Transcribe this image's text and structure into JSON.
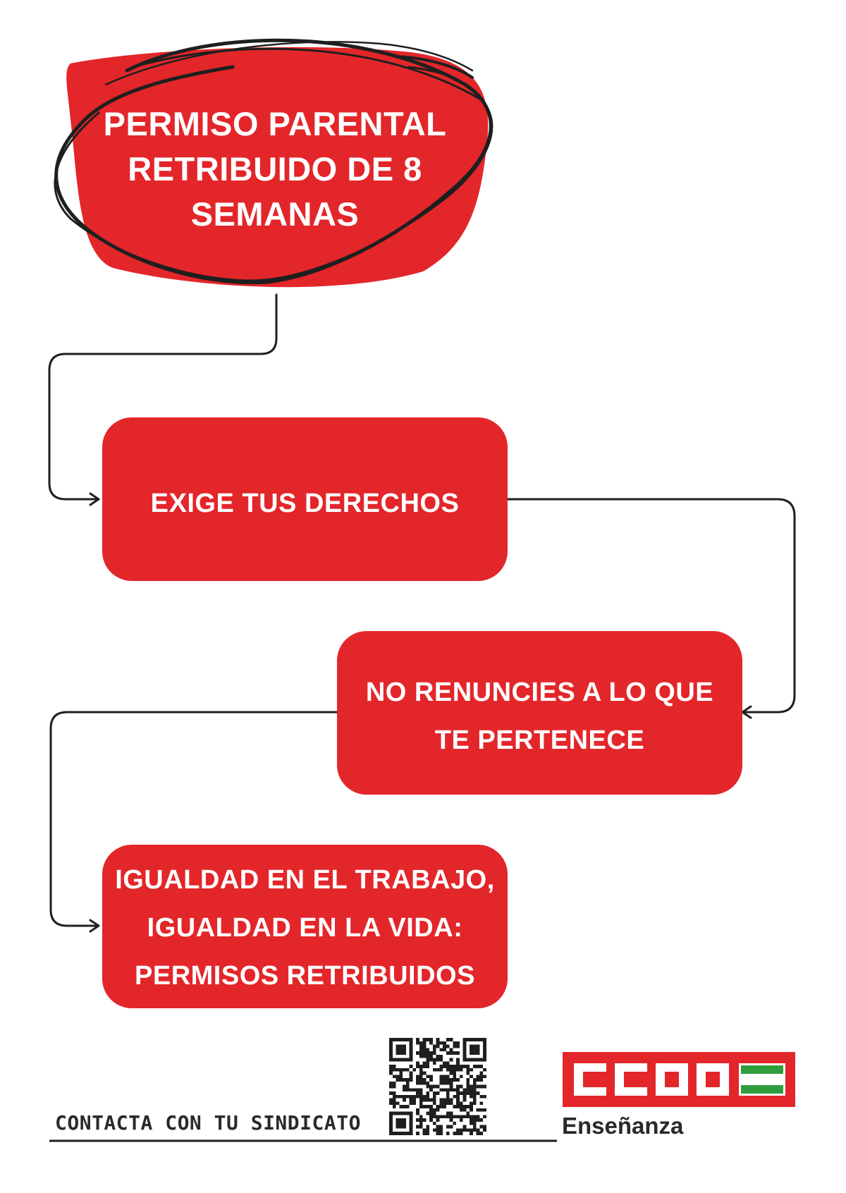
{
  "title": {
    "lines": [
      "PERMISO PARENTAL",
      "RETRIBUIDO DE 8",
      "SEMANAS"
    ]
  },
  "steps": [
    {
      "lines": [
        "EXIGE TUS DERECHOS"
      ]
    },
    {
      "lines": [
        "NO RENUNCIES A LO QUE",
        "TE PERTENECE"
      ]
    },
    {
      "lines": [
        "IGUALDAD EN EL TRABAJO,",
        "IGUALDAD EN LA VIDA:",
        "PERMISOS RETRIBUIDOS"
      ]
    }
  ],
  "footer": {
    "contact": "CONTACTA CON TU SINDICATO",
    "logo": {
      "text": "CCOO",
      "subtitle": "Enseñanza"
    }
  },
  "colors": {
    "accent": "#e3262a",
    "ink": "#2a2a2a",
    "flag_green": "#2e9e3d",
    "background": "#ffffff"
  },
  "icons": [
    "qr-code-icon",
    "andalusia-flag-icon",
    "arrow-right-icon",
    "arrow-left-icon"
  ]
}
